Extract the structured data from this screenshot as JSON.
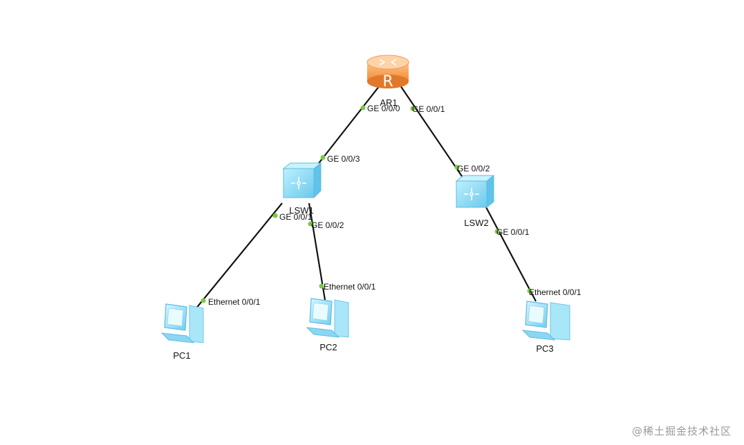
{
  "colors": {
    "link": "#111111",
    "port_dot": "#7ac943",
    "router_body": "#f5a055",
    "switch_body": "#8fdcf4",
    "pc_body": "#9adff5"
  },
  "devices": {
    "ar1": {
      "label": "AR1",
      "type": "router",
      "icon_letter": "R"
    },
    "lsw1": {
      "label": "LSW1",
      "type": "switch"
    },
    "lsw2": {
      "label": "LSW2",
      "type": "switch"
    },
    "pc1": {
      "label": "PC1",
      "type": "pc"
    },
    "pc2": {
      "label": "PC2",
      "type": "pc"
    },
    "pc3": {
      "label": "PC3",
      "type": "pc"
    }
  },
  "links": [
    {
      "from": "AR1",
      "from_port": "GE 0/0/0",
      "to": "LSW1",
      "to_port": "GE 0/0/3"
    },
    {
      "from": "AR1",
      "from_port": "GE 0/0/1",
      "to": "LSW2",
      "to_port": "GE 0/0/2"
    },
    {
      "from": "LSW1",
      "from_port": "GE 0/0/1",
      "to": "PC1",
      "to_port": "Ethernet 0/0/1"
    },
    {
      "from": "LSW1",
      "from_port": "GE 0/0/2",
      "to": "PC2",
      "to_port": "Ethernet 0/0/1"
    },
    {
      "from": "LSW2",
      "from_port": "GE 0/0/1",
      "to": "PC3",
      "to_port": "Ethernet 0/0/1"
    }
  ],
  "watermark": "@稀土掘金技术社区"
}
